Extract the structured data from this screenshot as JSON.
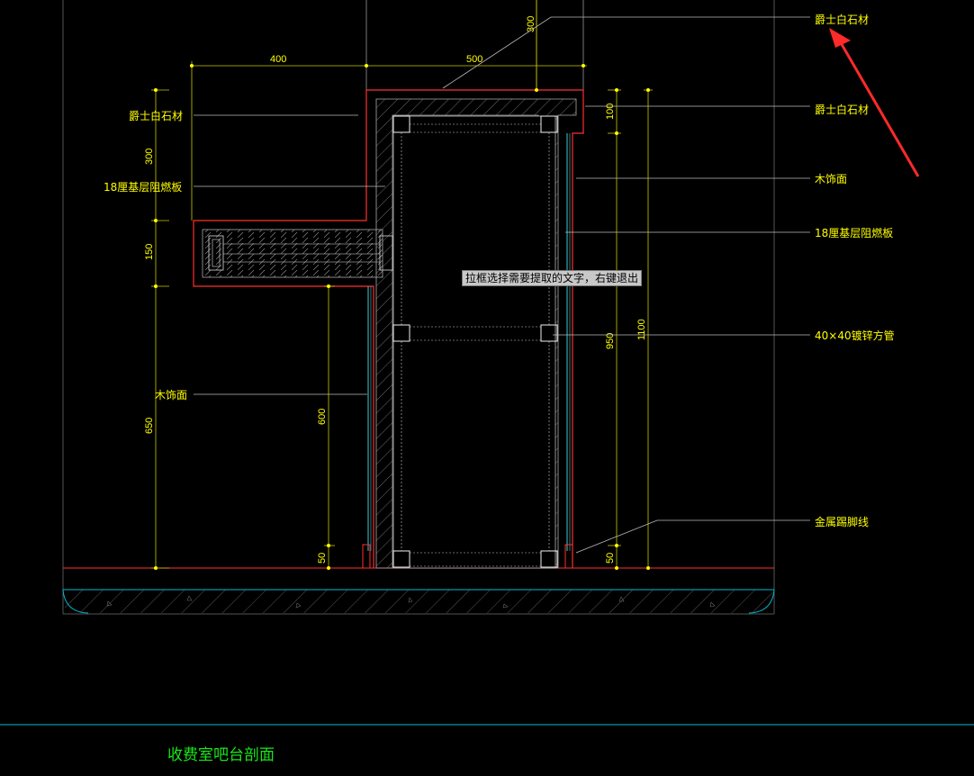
{
  "tooltip": "拉框选择需要提取的文字，右键退出",
  "drawing_title": "收费室吧台剖面",
  "callouts": {
    "jazz_stone_top": "爵士白石材",
    "jazz_stone_right": "爵士白石材",
    "jazz_stone_left": "爵士白石材",
    "wood_finish_right": "木饰面",
    "plywood_18_right": "18厘基层阻燃板",
    "plywood_18_left": "18厘基层阻燃板",
    "steel_tube": "40×40镀锌方管",
    "wood_finish_left": "木饰面",
    "metal_skirting": "金属踢脚线"
  },
  "dimensions": {
    "top_400": "400",
    "top_500": "500",
    "top_300": "300",
    "left_300": "300",
    "left_150": "150",
    "left_650": "650",
    "inner_600": "600",
    "inner_50": "50",
    "right_100": "100",
    "right_950": "950",
    "right_50": "50",
    "right_1100": "1100"
  },
  "colors": {
    "background": "#000000",
    "annotation_text": "#ffff00",
    "stone_outline": "#ff3030",
    "title_text": "#19e619",
    "floor_line": "#00bcd4",
    "arrow": "#ff2a2a"
  }
}
